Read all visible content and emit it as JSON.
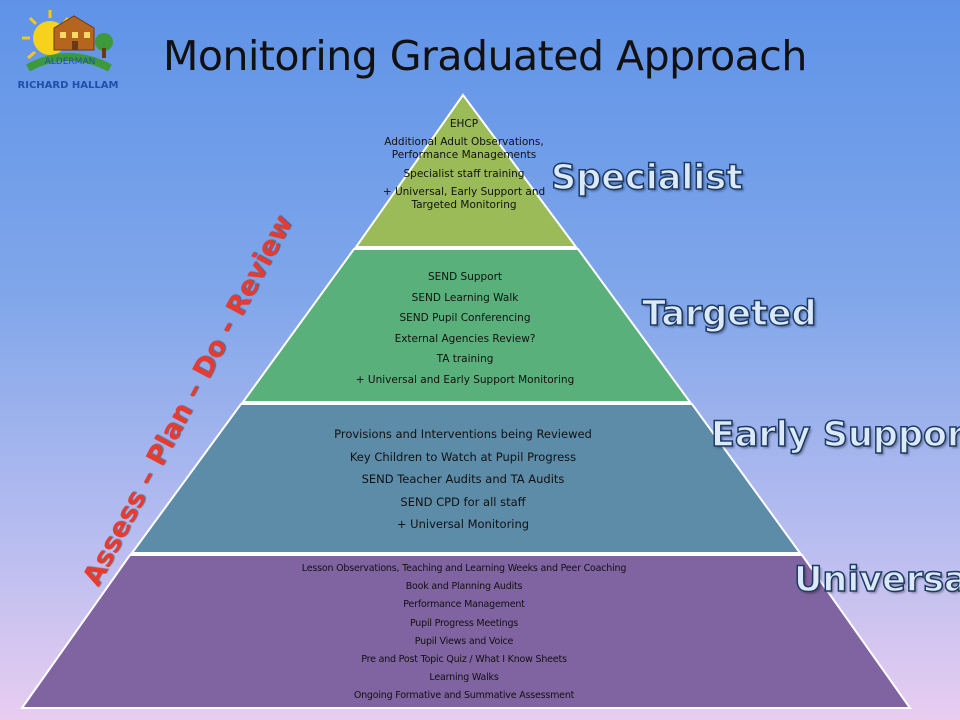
{
  "title": "Monitoring Graduated Approach",
  "logo": {
    "top_text": "ALDERMAN",
    "bottom_text": "RICHARD HALLAM"
  },
  "cycle_label": "Assess – Plan – Do - Review",
  "tiers": [
    {
      "label": "Specialist",
      "color": "#9bbb59",
      "items": [
        "EHCP",
        "Additional Adult Observations,",
        "Performance Managements",
        "Specialist staff training",
        "+ Universal, Early Support and",
        "Targeted Monitoring"
      ]
    },
    {
      "label": "Targeted",
      "color": "#5ab07a",
      "items": [
        "SEND Support",
        "SEND Learning Walk",
        "SEND Pupil Conferencing",
        "External Agencies Review?",
        "TA training",
        "+ Universal and Early Support Monitoring"
      ]
    },
    {
      "label": "Early Support",
      "color": "#5d8ca8",
      "items": [
        "Provisions and Interventions being Reviewed",
        "Key Children to Watch at Pupil Progress",
        "SEND Teacher Audits and TA Audits",
        "SEND CPD for all staff",
        "+ Universal Monitoring"
      ]
    },
    {
      "label": "Universal",
      "color": "#8063a1",
      "items": [
        "Lesson Observations, Teaching and Learning Weeks and Peer Coaching",
        "Book and Planning Audits",
        "Performance Management",
        "Pupil Progress Meetings",
        "Pupil Views and Voice",
        "Pre and Post Topic Quiz / What I Know Sheets",
        "Learning Walks",
        "Ongoing Formative and Summative Assessment"
      ]
    }
  ]
}
